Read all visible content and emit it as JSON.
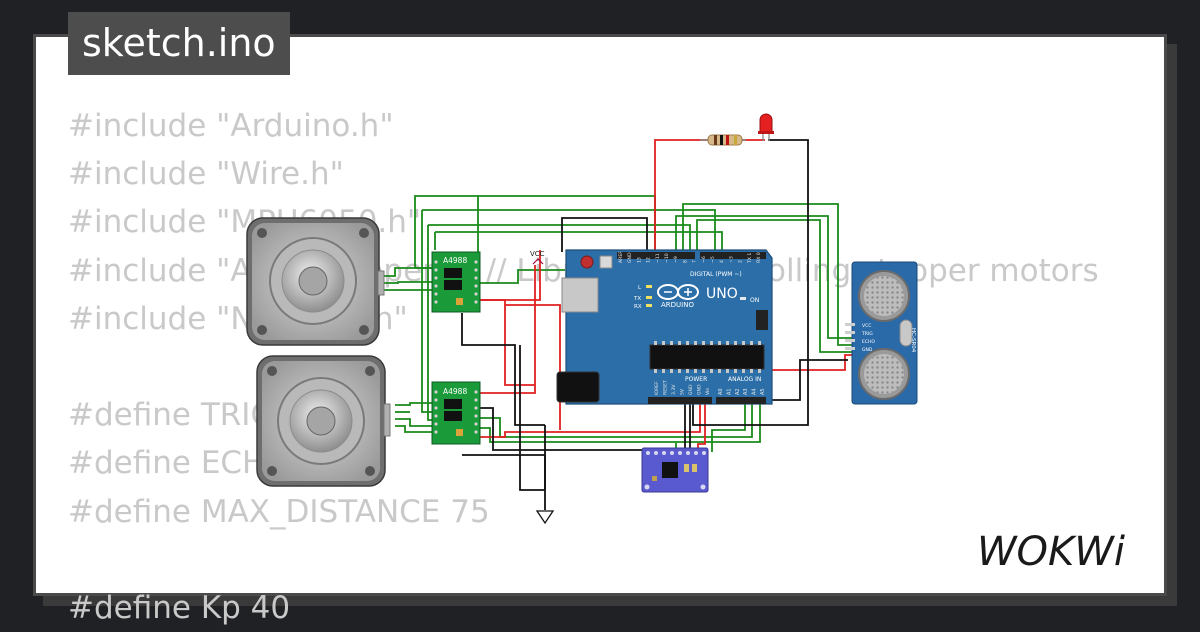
{
  "tab": {
    "title": "sketch.ino"
  },
  "code_lines": [
    "#include \"Arduino.h\"",
    "#include \"Wire.h\"",
    "#include \"MPU6050.h\"",
    "#include \"AccelStepper.h\" // Library for controlling stepper motors",
    "#include \"NewPing.h\"",
    "",
    "#define TRIG_PIN 10",
    "#define ECHO_PIN 9",
    "#define MAX_DISTANCE 75",
    "",
    "#define Kp 40"
  ],
  "circuit": {
    "driver_label": "A4988",
    "vcc_label": "VCC",
    "board_name": "UNO",
    "board_brand": "ARDUINO",
    "digital_label": "DIGITAL (PWM ~)",
    "power_label": "POWER",
    "analog_label": "ANALOG IN",
    "on_label": "ON",
    "led_labels": [
      "L",
      "TX",
      "RX"
    ],
    "top_pins": [
      "AREF",
      "GND",
      "13",
      "12",
      "~11",
      "~10",
      "~9",
      "8",
      "7",
      "~6",
      "~5",
      "4",
      "~3",
      "2",
      "TX 1",
      "RX 0"
    ],
    "power_pins": [
      "IOREF",
      "RESET",
      "3.3V",
      "5V",
      "GND",
      "GND",
      "Vin"
    ],
    "analog_pins": [
      "A0",
      "A1",
      "A2",
      "A3",
      "A4",
      "A5"
    ],
    "sonar_model": "HC-SR04",
    "sonar_pins": [
      "VCC",
      "TRIG",
      "ECHO",
      "GND"
    ],
    "colors": {
      "wire_green": "#1a8a1a",
      "wire_red": "#e02020",
      "wire_black": "#111111",
      "board_blue": "#2c6fa8"
    }
  },
  "brand": {
    "logo_text": "WOKWi"
  }
}
